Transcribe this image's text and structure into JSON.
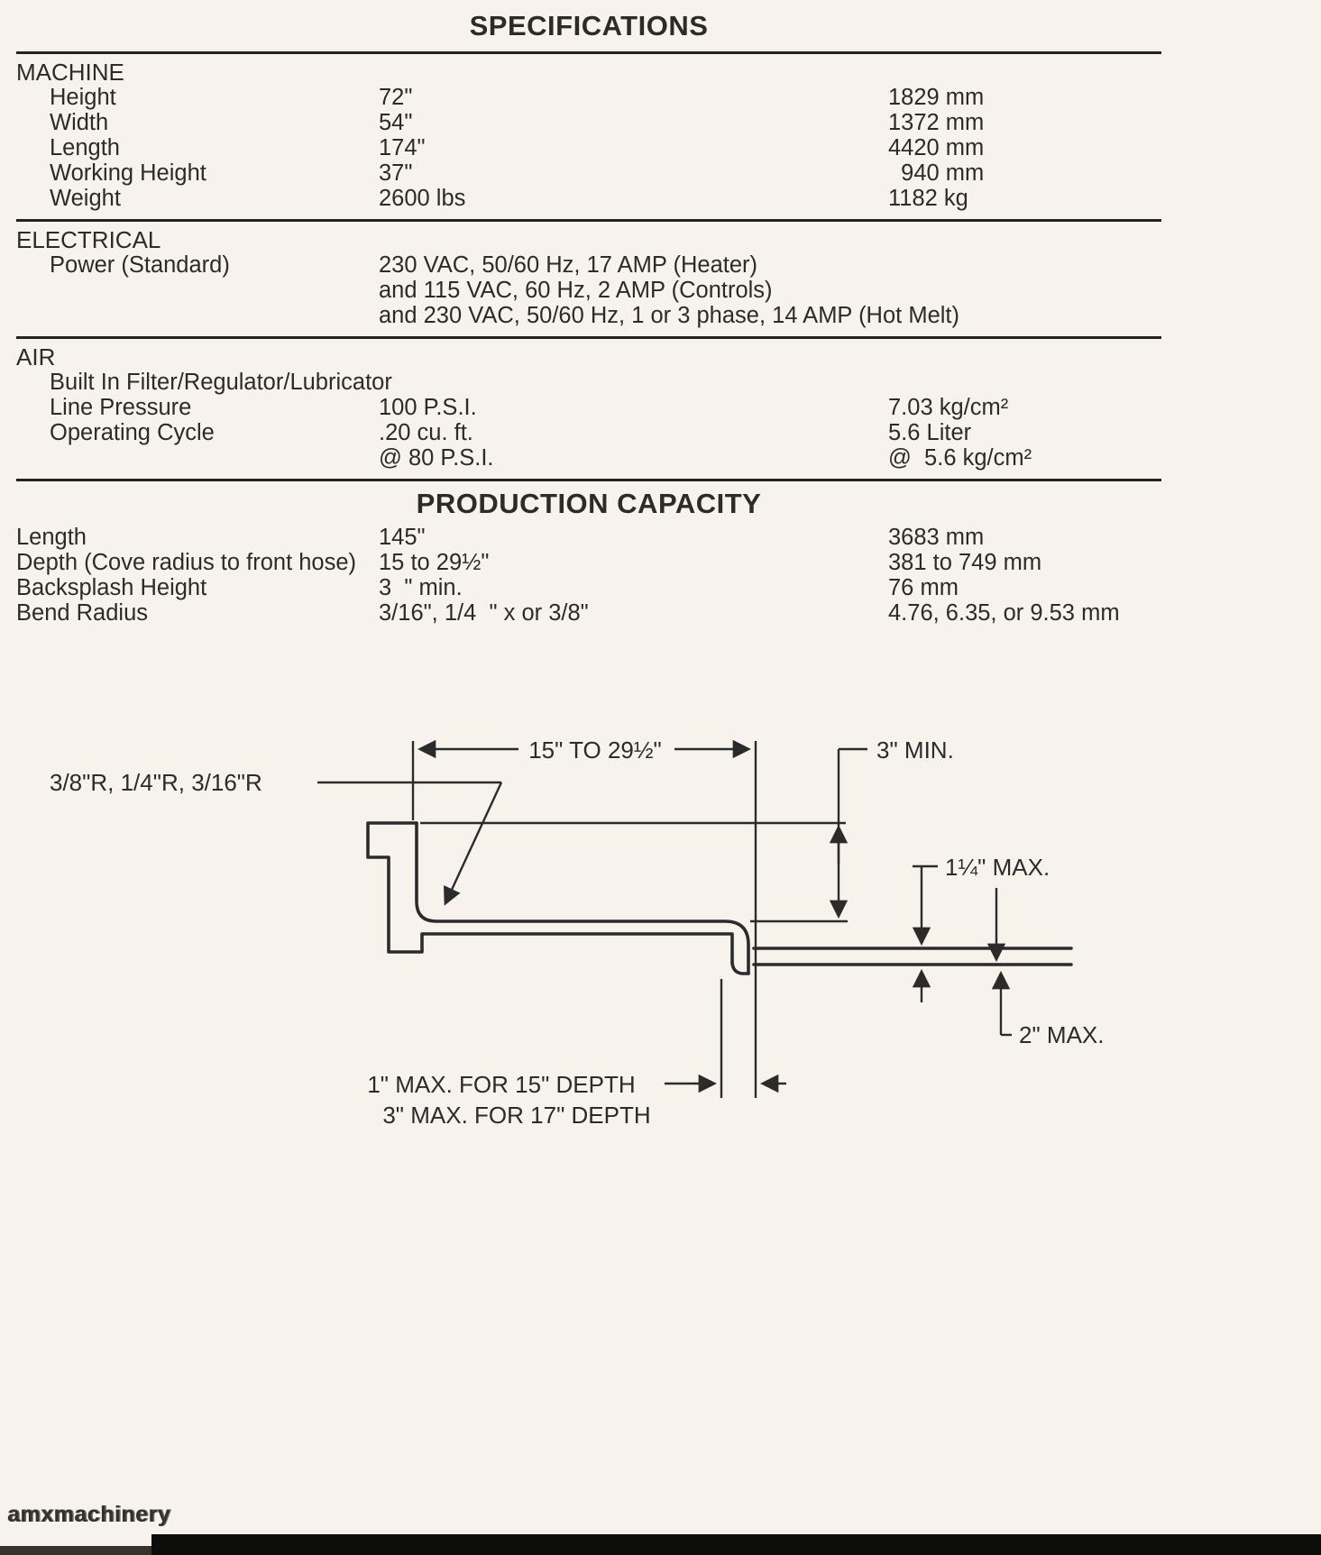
{
  "page": {
    "title": "SPECIFICATIONS",
    "watermark": "amxmachinery"
  },
  "sections": {
    "machine": {
      "heading": "MACHINE",
      "rows": [
        {
          "label": "Height",
          "imperial": "72\"",
          "metric": "1829 mm"
        },
        {
          "label": "Width",
          "imperial": "54\"",
          "metric": "1372 mm"
        },
        {
          "label": "Length",
          "imperial": "174\"",
          "metric": "4420 mm"
        },
        {
          "label": "Working Height",
          "imperial": "37\"",
          "metric": "  940 mm"
        },
        {
          "label": "Weight",
          "imperial": "2600 lbs",
          "metric": "1182 kg"
        }
      ]
    },
    "electrical": {
      "heading": "ELECTRICAL",
      "label": "Power (Standard)",
      "lines": [
        "230 VAC, 50/60 Hz, 17 AMP (Heater)",
        "and 115 VAC, 60 Hz, 2 AMP (Controls)",
        "and 230 VAC, 50/60 Hz, 1 or 3 phase, 14 AMP (Hot Melt)"
      ]
    },
    "air": {
      "heading": "AIR",
      "subheading": "Built In Filter/Regulator/Lubricator",
      "rows": [
        {
          "label": "Line Pressure",
          "imperial": "100 P.S.I.",
          "metric": "7.03 kg/cm²"
        },
        {
          "label": "Operating Cycle",
          "imperial": ".20 cu. ft.",
          "metric": "5.6 Liter"
        },
        {
          "label": "",
          "imperial": "@ 80 P.S.I.",
          "metric": "@  5.6 kg/cm²"
        }
      ]
    },
    "production": {
      "heading": "PRODUCTION CAPACITY",
      "rows": [
        {
          "label": "Length",
          "imperial": "145\"",
          "metric": "3683 mm"
        },
        {
          "label": "Depth (Cove radius to front hose)",
          "imperial": "15 to 29½\"",
          "metric": "381 to 749 mm"
        },
        {
          "label": "Backsplash Height",
          "imperial": "3  \" min.",
          "metric": "76 mm"
        },
        {
          "label": "Bend Radius",
          "imperial": "3/16\", 1/4  \" x or 3/8\"",
          "metric": "4.76, 6.35, or 9.53 mm"
        }
      ]
    }
  },
  "diagram": {
    "labels": {
      "width_range": "15\" TO 29½\"",
      "min_backsplash": "3\" MIN.",
      "radii": "3/8\"R, 1/4\"R, 3/16\"R",
      "max_lip": "1¼\" MAX.",
      "max_drop": "2\" MAX.",
      "depth_note_1": "1\" MAX. FOR 15\" DEPTH",
      "depth_note_2": "3\" MAX. FOR 17\" DEPTH"
    }
  }
}
